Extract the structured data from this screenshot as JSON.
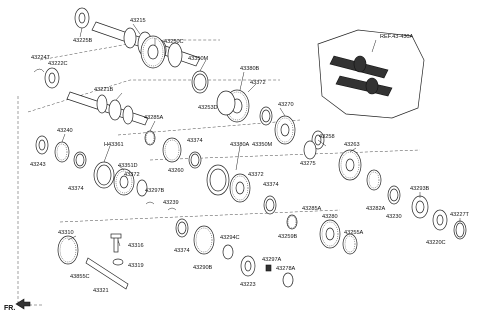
{
  "figure": {
    "reference": "REF.43-430A",
    "direction_label": "FR.",
    "labels": [
      "43225B",
      "43215",
      "43250C",
      "43350M",
      "43224T",
      "43222C",
      "43380B",
      "43372",
      "43253D",
      "43270",
      "43221B",
      "43285A",
      "43240",
      "43374",
      "43350M",
      "43243",
      "H43361",
      "43351D",
      "43372",
      "43297B",
      "43374",
      "43260",
      "43380A",
      "43372",
      "43374",
      "43258",
      "43275",
      "43263",
      "43239",
      "43374",
      "43282A",
      "43293B",
      "43230",
      "43227T",
      "43220C",
      "43285A",
      "43280",
      "43255A",
      "43259B",
      "43294C",
      "43297A",
      "43310",
      "43316",
      "43319",
      "43855C",
      "43321",
      "43290B",
      "43223",
      "43278A"
    ]
  },
  "colors": {
    "line": "#222222",
    "background": "#ffffff"
  }
}
